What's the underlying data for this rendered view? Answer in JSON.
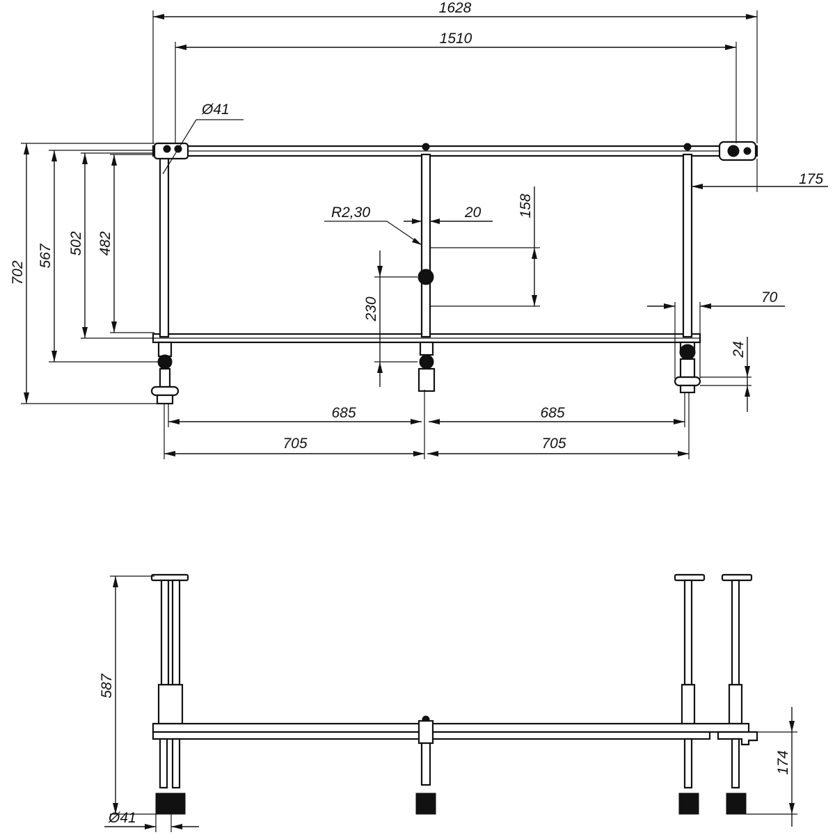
{
  "dimensions": {
    "top_width_outer": "1628",
    "top_width_inner": "1510",
    "pipe_diameter_top": "Ø41",
    "overhang_right": "175",
    "radius_label": "R2,30",
    "center_post_width": "20",
    "post_gap_158": "158",
    "center_offset_230": "230",
    "foot_width_70": "70",
    "foot_height_24": "24",
    "left_height_702": "702",
    "left_height_567": "567",
    "left_height_502": "502",
    "left_height_482": "482",
    "span_left_685": "685",
    "span_right_685": "685",
    "span_left_705": "705",
    "span_right_705": "705",
    "side_height_587": "587",
    "side_height_174": "174",
    "pipe_diameter_bottom": "Ø41"
  },
  "colors": {
    "line": "#111111",
    "background": "#ffffff"
  }
}
